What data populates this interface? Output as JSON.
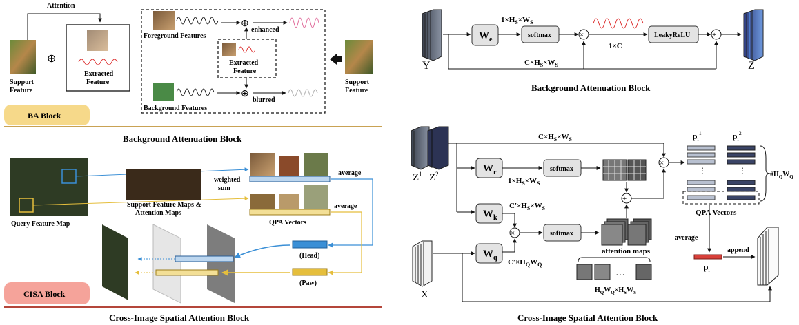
{
  "ba_left": {
    "attention": "Attention",
    "support_feature": [
      "Support",
      "Feature"
    ],
    "extracted_feature": [
      "Extracted",
      "Feature"
    ],
    "foreground_features": "Foreground Features",
    "background_features": "Background Features",
    "enhanced": "enhanced",
    "blurred": "blurred",
    "inner_extracted": [
      "Extracted",
      "Feature"
    ],
    "support_out": [
      "Support",
      "Feature"
    ],
    "block_label": "BA Block",
    "caption": "Background Attenuation Block"
  },
  "cisa_left": {
    "query_feature_map": "Query Feature Map",
    "support_maps": [
      "Support Feature Maps &",
      "Attention Maps"
    ],
    "weighted_sum": [
      "weighted",
      "sum"
    ],
    "average_1": "average",
    "average_2": "average",
    "qpa_vectors": "QPA Vectors",
    "head": "(Head)",
    "paw": "(Paw)",
    "block_label": "CISA Block",
    "caption": "Cross-Image Spatial Attention Block"
  },
  "ba_right": {
    "y": "Y",
    "z": "Z",
    "we": "W",
    "we_sub": "e",
    "dims_top": "1×H",
    "softmax": "softmax",
    "leaky": "LeakyReLU",
    "onexc": "1×C",
    "cdims": "C×H",
    "caption": "Background Attenuation Block"
  },
  "cisa_right": {
    "top_dims": "C×H",
    "z1": "Z",
    "z2": "Z",
    "x": "X",
    "wr": "W",
    "wk": "W",
    "wq": "W",
    "softmax1": "softmax",
    "softmax2": "softmax",
    "dims_r": "1×H",
    "dims_k": "C′×H",
    "dims_q": "C′×H",
    "pi1": "p",
    "pi2": "p",
    "hashq": "#H",
    "qpa_vectors": "QPA Vectors",
    "average": "average",
    "append": "append",
    "pi": "p",
    "attention_maps": "attention maps",
    "hq_dims": "H",
    "ellipsis": "…",
    "caption": "Cross-Image Spatial Attention Block"
  },
  "colors": {
    "ba_tag": "#f6d98a",
    "cisa_tag": "#f5a39a",
    "divider_gold": "#c9a253",
    "divider_red": "#b4463a",
    "blue": "#3a8fd6",
    "gold": "#e5be3c",
    "red": "#d8403a"
  }
}
